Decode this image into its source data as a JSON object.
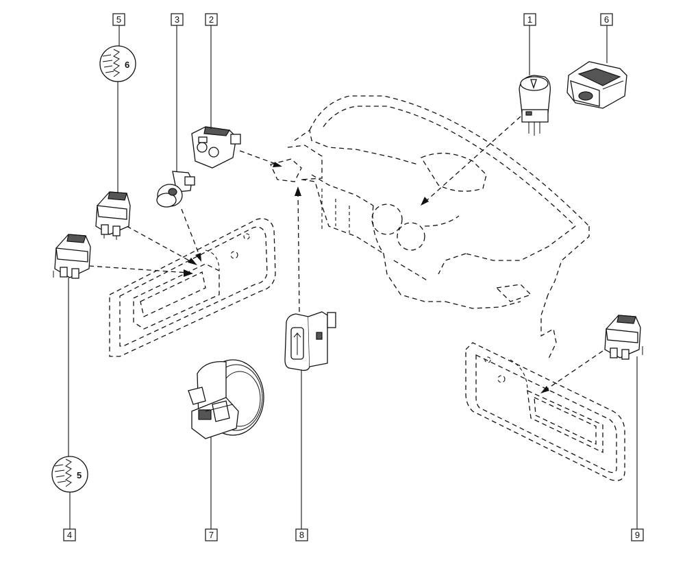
{
  "callouts": [
    {
      "id": "c1",
      "label": "1"
    },
    {
      "id": "c2",
      "label": "2"
    },
    {
      "id": "c3",
      "label": "3"
    },
    {
      "id": "c4",
      "label": "4"
    },
    {
      "id": "c5",
      "label": "5"
    },
    {
      "id": "c6",
      "label": "6"
    },
    {
      "id": "c7",
      "label": "7"
    },
    {
      "id": "c8",
      "label": "8"
    },
    {
      "id": "c9",
      "label": "9"
    }
  ],
  "magnifiers": {
    "upper": {
      "label": "6"
    },
    "lower": {
      "label": "5"
    }
  }
}
